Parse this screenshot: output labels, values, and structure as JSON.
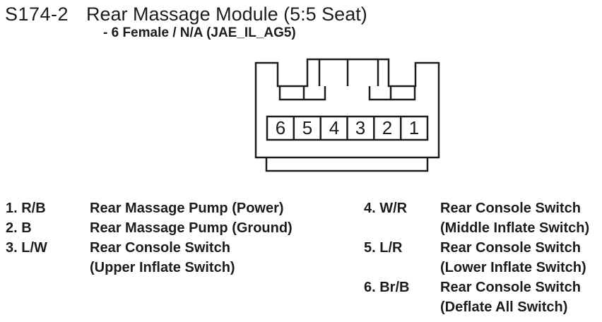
{
  "header": {
    "connector_id": "S174-2",
    "title": "Rear Massage Module (5:5 Seat)",
    "subtitle": "- 6 Female / N/A (JAE_IL_AG5)"
  },
  "connector_diagram": {
    "type": "connector-front-view",
    "cavity_numbers": [
      "6",
      "5",
      "4",
      "3",
      "2",
      "1"
    ]
  },
  "pins": [
    {
      "label": "1. R/B",
      "lines": [
        "Rear Massage Pump (Power)"
      ]
    },
    {
      "label": "2. B",
      "lines": [
        "Rear Massage Pump (Ground)"
      ]
    },
    {
      "label": "3. L/W",
      "lines": [
        "Rear Console Switch",
        "(Upper Inflate Switch)"
      ]
    },
    {
      "label": "4. W/R",
      "lines": [
        "Rear Console Switch",
        "(Middle Inflate Switch)"
      ]
    },
    {
      "label": "5. L/R",
      "lines": [
        "Rear Console Switch",
        "(Lower Inflate Switch)"
      ]
    },
    {
      "label": "6. Br/B",
      "lines": [
        "Rear Console Switch",
        "(Deflate All Switch)"
      ]
    }
  ],
  "colors": {
    "ink": "#1c1c1c",
    "background": "#ffffff"
  }
}
